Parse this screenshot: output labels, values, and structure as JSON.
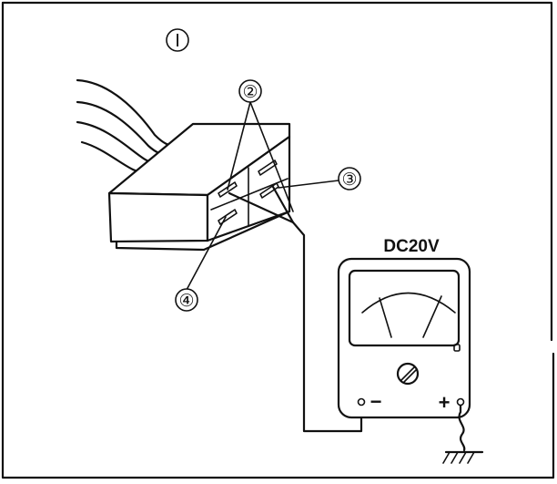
{
  "figure_label": "Ⅰ",
  "callouts": [
    {
      "id": "2",
      "text": "②"
    },
    {
      "id": "3",
      "text": "③"
    },
    {
      "id": "4",
      "text": "④"
    }
  ],
  "meter": {
    "range_label": "DC20V",
    "negative_terminal_label": "−",
    "positive_terminal_label": "+"
  },
  "icons": {
    "ground": "ground-icon",
    "zero_adjust": "zero-adjust-screw-icon"
  }
}
